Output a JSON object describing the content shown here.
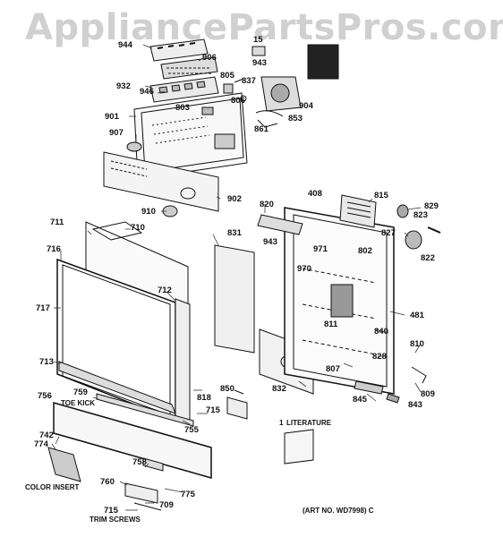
{
  "watermark": "AppliancePartsPros.com",
  "part_labels": {
    "p944": "944",
    "p906": "906",
    "p932": "932",
    "p946": "946",
    "p901": "901",
    "p907": "907",
    "p803": "803",
    "p805": "805",
    "p806": "806",
    "p837": "837",
    "p943a": "943",
    "p904": "904",
    "p853": "853",
    "p861": "861",
    "p15": "15",
    "p902": "902",
    "p910": "910",
    "p408": "408",
    "p815": "815",
    "p820": "820",
    "p829": "829",
    "p823": "823",
    "p827": "827",
    "p943b": "943",
    "p971": "971",
    "p802": "802",
    "p970": "970",
    "p822": "822",
    "p711": "711",
    "p710": "710",
    "p716": "716",
    "p831": "831",
    "p712": "712",
    "p717": "717",
    "p811": "811",
    "p481": "481",
    "p840": "840",
    "p810": "810",
    "p828": "828",
    "p713": "713",
    "p807": "807",
    "p809": "809",
    "p832": "832",
    "p845": "845",
    "p843": "843",
    "p850": "850",
    "p818": "818",
    "p715a": "715",
    "p756": "756",
    "p759": "759",
    "p755": "755",
    "p742": "742",
    "p774": "774",
    "p758": "758",
    "p760": "760",
    "p775": "775",
    "p709": "709",
    "p715b": "715"
  },
  "captions": {
    "toe_kick": "TOE KICK",
    "literature": "LITERATURE",
    "literature_num": "1",
    "color_insert": "COLOR INSERT",
    "trim_screws": "TRIM SCREWS",
    "art_no": "(ART NO. WD7998) C"
  }
}
